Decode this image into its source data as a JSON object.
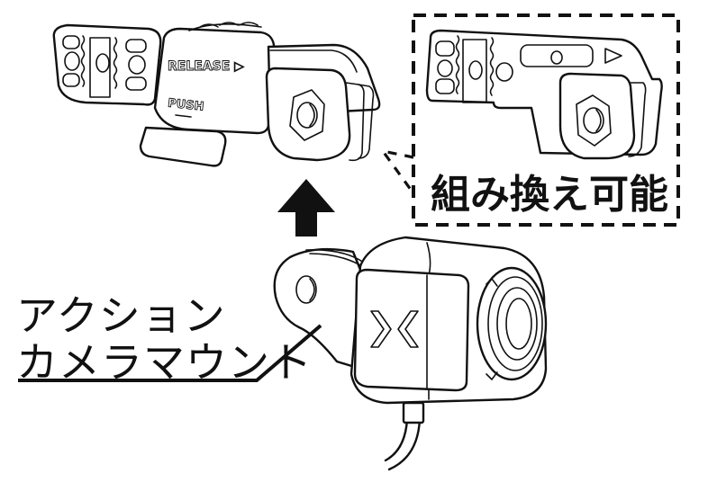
{
  "illustration": {
    "subject": "action camera mount attaching to camera",
    "colors": {
      "line": "#111111",
      "background": "#ffffff"
    }
  },
  "mount": {
    "release_label": "RELEASE ▷",
    "push_label": "PUSH"
  },
  "callout": {
    "label": "組み換え可能"
  },
  "camera": {
    "logo_glyph": "X"
  },
  "arrow": {
    "icon": "arrow-up-icon"
  },
  "annotation": {
    "line1": "アクション",
    "line2": "カメラマウント"
  }
}
